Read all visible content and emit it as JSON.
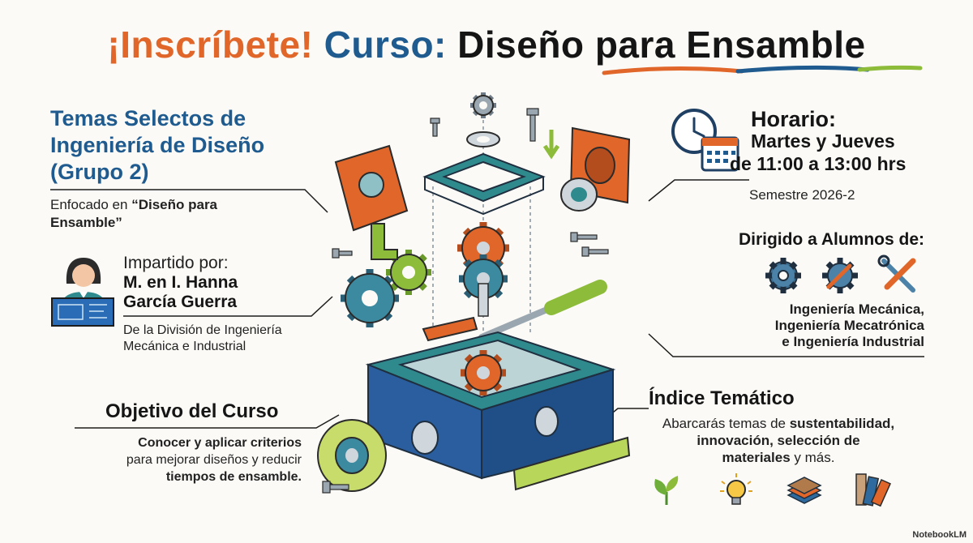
{
  "title": {
    "part1": "¡Inscríbete!",
    "part2": "Curso:",
    "part3": "Diseño para Ensamble"
  },
  "course": {
    "name_line1": "Temas Selectos de",
    "name_line2": "Ingeniería de Diseño",
    "name_line3": "(Grupo 2)",
    "focus_prefix": "Enfocado en ",
    "focus_bold": "“Diseño para Ensamble”"
  },
  "instructor": {
    "label": "Impartido por:",
    "name_line1": "M. en I. Hanna",
    "name_line2": "García Guerra",
    "division_line1": "De la División de Ingeniería",
    "division_line2": "Mecánica e Industrial"
  },
  "objective": {
    "heading": "Objetivo del Curso",
    "line1": "Conocer y aplicar criterios",
    "line2": "para mejorar diseños y reducir",
    "line3": "tiempos de ensamble."
  },
  "schedule": {
    "heading": "Horario:",
    "line1": "Martes y Jueves",
    "line2": "de 11:00 a 13:00 hrs",
    "semester": "Semestre 2026-2"
  },
  "audience": {
    "heading": "Dirigido a Alumnos de:",
    "line1": "Ingeniería Mecánica,",
    "line2": "Ingeniería Mecatrónica",
    "line3": "e Ingeniería Industrial"
  },
  "index": {
    "heading": "Índice Temático",
    "l1_prefix": "Abarcarás temas de ",
    "l1_bold": "sustentabilidad,",
    "l2_bold": "innovación, selección de",
    "l3_bold": "materiales",
    "l3_suffix": " y más."
  },
  "watermark": "NotebookLM",
  "colors": {
    "orange": "#e0662a",
    "blue": "#1f5b8f",
    "green": "#8dbb3a",
    "teal": "#2f8a8d"
  },
  "icons": [
    "clock-icon",
    "calendar-icon",
    "gear-icon",
    "gear-wrench-icon",
    "wrench-screwdriver-icon",
    "leaf-icon",
    "lightbulb-icon",
    "layers-icon",
    "swatches-icon",
    "instructor-avatar-icon"
  ]
}
